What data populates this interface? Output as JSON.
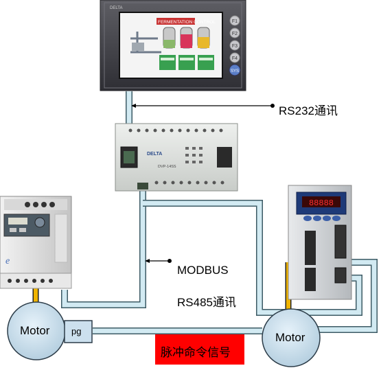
{
  "hmi": {
    "brand": "DELTA",
    "screen_title": "FERMENTATION CONTROL",
    "keys": [
      "F1",
      "F2",
      "F3",
      "F4",
      "SYS"
    ]
  },
  "plc": {
    "brand": "DELTA",
    "model": "DVP-14SS"
  },
  "servo": {
    "display": "88888"
  },
  "labels": {
    "rs232": "RS232通讯",
    "modbus": "MODBUS",
    "rs485": "RS485通讯",
    "motor_left": "Motor",
    "motor_right": "Motor",
    "pg": "pg",
    "pulse": "脉冲命令信号"
  },
  "colors": {
    "cable_fill": "#d2eaf2",
    "cable_edge": "#3c5a64",
    "power_cable": "#f0b400",
    "motor_fill": "#cce0ee",
    "pulse_bg": "#ff0000"
  }
}
